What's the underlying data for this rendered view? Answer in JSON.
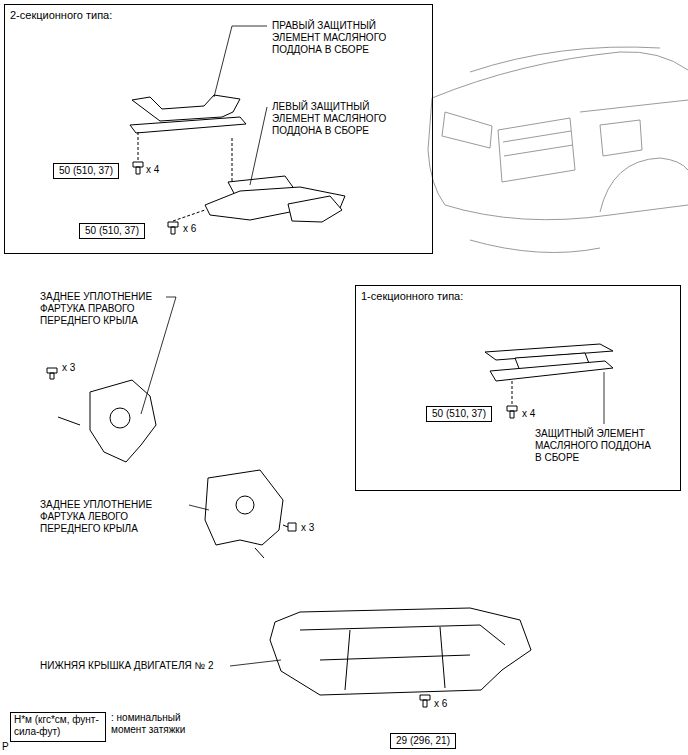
{
  "diagram": {
    "nodes": [
      {
        "text": [
          "2-секционного типа:"
        ]
      },
      {
        "text": [
          "50 (510, 37)"
        ],
        "in": 0
      },
      {
        "text": [
          "50 (510, 37)"
        ],
        "in": 0
      },
      {
        "text": [
          "1-секционного типа:"
        ]
      },
      {
        "text": [
          "50 (510, 37)"
        ],
        "in": 3
      },
      {
        "text": [
          "29 (296, 21)"
        ]
      },
      {
        "text": [
          "Н*м (кгс*см, фунт-сила-фут)"
        ]
      }
    ],
    "labels": [
      "ПРАВЫЙ ЗАЩИТНЫЙ ЭЛЕМЕНТ МАСЛЯНОГО ПОДДОНА В СБОРЕ",
      "ЛЕВЫЙ ЗАЩИТНЫЙ ЭЛЕМЕНТ МАСЛЯНОГО ПОДДОНА В СБОРЕ",
      "x 4",
      "x 6",
      "ЗАДНЕЕ УПЛОТНЕНИЕ ФАРТУКА ПРАВОГО ПЕРЕДНЕГО КРЫЛА",
      "x 3",
      "ЗАЩИТНЫЙ ЭЛЕМЕНТ МАСЛЯНОГО ПОДДОНА В СБОРЕ",
      "x 4",
      "ЗАДНЕЕ УПЛОТНЕНИЕ ФАРТУКА ЛЕВОГО ПЕРЕДНЕГО КРЫЛА",
      "x 3",
      "НИЖНЯЯ КРЫШКА ДВИГАТЕЛЯ № 2",
      "x 6",
      ": номинальный момент затяжки",
      "P"
    ]
  }
}
